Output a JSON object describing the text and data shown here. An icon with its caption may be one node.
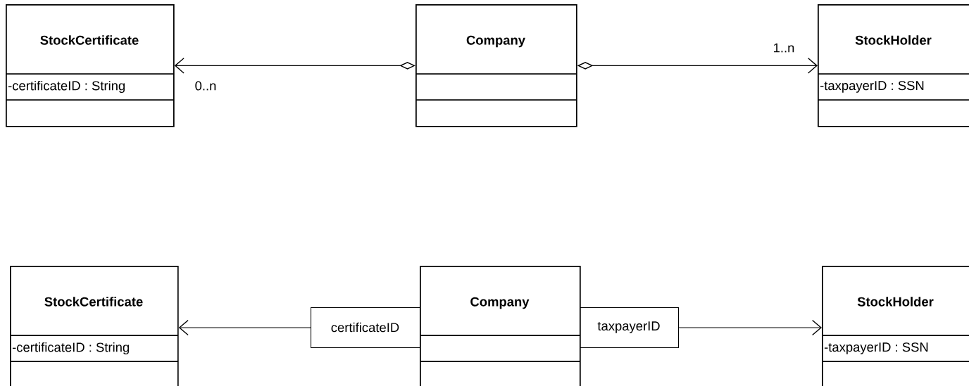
{
  "diagram": {
    "nodes": [
      {
        "text": [
          "StockCertificate",
          "-certificateID : String"
        ]
      },
      {
        "text": [
          "Company"
        ]
      },
      {
        "text": [
          "StockHolder",
          "-taxpayerID : SSN"
        ]
      },
      {
        "text": [
          "StockCertificate",
          "-certificateID : String"
        ]
      },
      {
        "text": [
          "Company"
        ]
      },
      {
        "text": [
          "StockHolder",
          "-taxpayerID : SSN"
        ]
      },
      {
        "text": [
          "certificateID"
        ]
      },
      {
        "text": [
          "taxpayerID"
        ]
      }
    ],
    "edges": [
      {
        "from": 1,
        "to": 0,
        "arrow": "to",
        "label": "0..n"
      },
      {
        "from": 1,
        "to": 2,
        "arrow": "to",
        "label": "1..n"
      },
      {
        "from": 6,
        "to": 3,
        "arrow": "to"
      },
      {
        "from": 7,
        "to": 5,
        "arrow": "to"
      }
    ]
  }
}
